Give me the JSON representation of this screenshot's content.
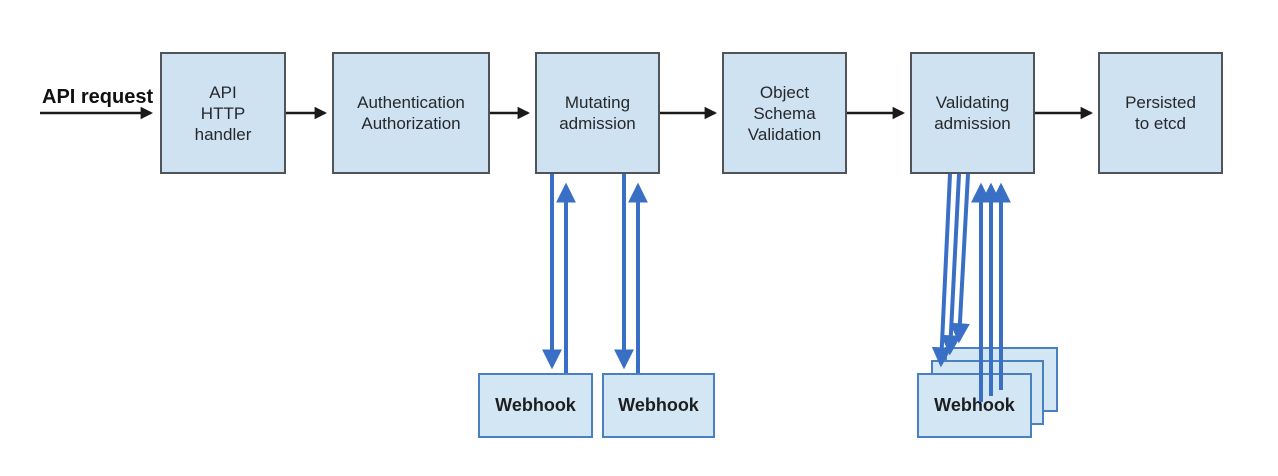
{
  "diagram": {
    "entry_label": "API request",
    "pipeline": [
      {
        "label": "API\nHTTP\nhandler"
      },
      {
        "label": "Authentication\nAuthorization"
      },
      {
        "label": "Mutating\nadmission"
      },
      {
        "label": "Object\nSchema\nValidation"
      },
      {
        "label": "Validating\nadmission"
      },
      {
        "label": "Persisted\nto etcd"
      }
    ],
    "mutating_webhooks": [
      {
        "label": "Webhook"
      },
      {
        "label": "Webhook"
      }
    ],
    "validating_webhooks": [
      {
        "label": "Webhook"
      }
    ],
    "colors": {
      "box_fill": "#cfe2f2",
      "box_border": "#4e545a",
      "webhook_fill": "#d3e6f4",
      "webhook_border": "#4a80c0",
      "flow_arrow": "#1a1a1a",
      "webhook_arrow": "#3a6fc6"
    }
  }
}
